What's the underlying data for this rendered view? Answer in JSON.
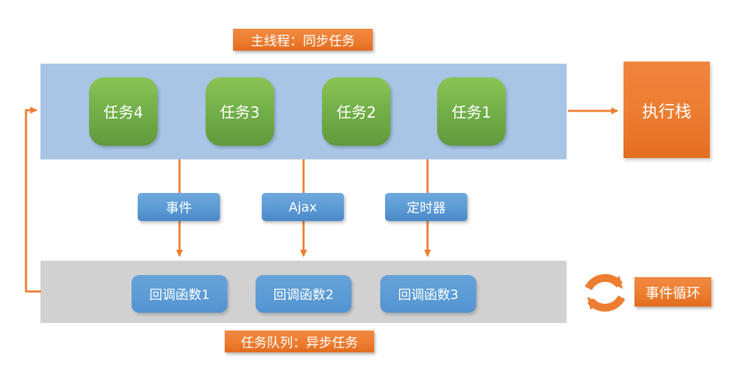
{
  "diagram": {
    "title_top": "主线程：同步任务",
    "title_bottom": "任务队列：异步任务",
    "main_thread_tasks": [
      "任务4",
      "任务3",
      "任务2",
      "任务1"
    ],
    "exec_stack_label": "执行栈",
    "async_sources": [
      "事件",
      "Ajax",
      "定时器"
    ],
    "callbacks": [
      "回调函数1",
      "回调函数2",
      "回调函数3"
    ],
    "event_loop_label": "事件循环",
    "icons": {
      "event_loop_icon": "cycle-arrows"
    },
    "colors": {
      "accent_orange": "#ed7d31",
      "task_green": "#70ad47",
      "box_blue": "#5b9bd5",
      "main_bar_blue": "#a9c5e6",
      "queue_bar_gray": "#d2d1d1"
    }
  }
}
